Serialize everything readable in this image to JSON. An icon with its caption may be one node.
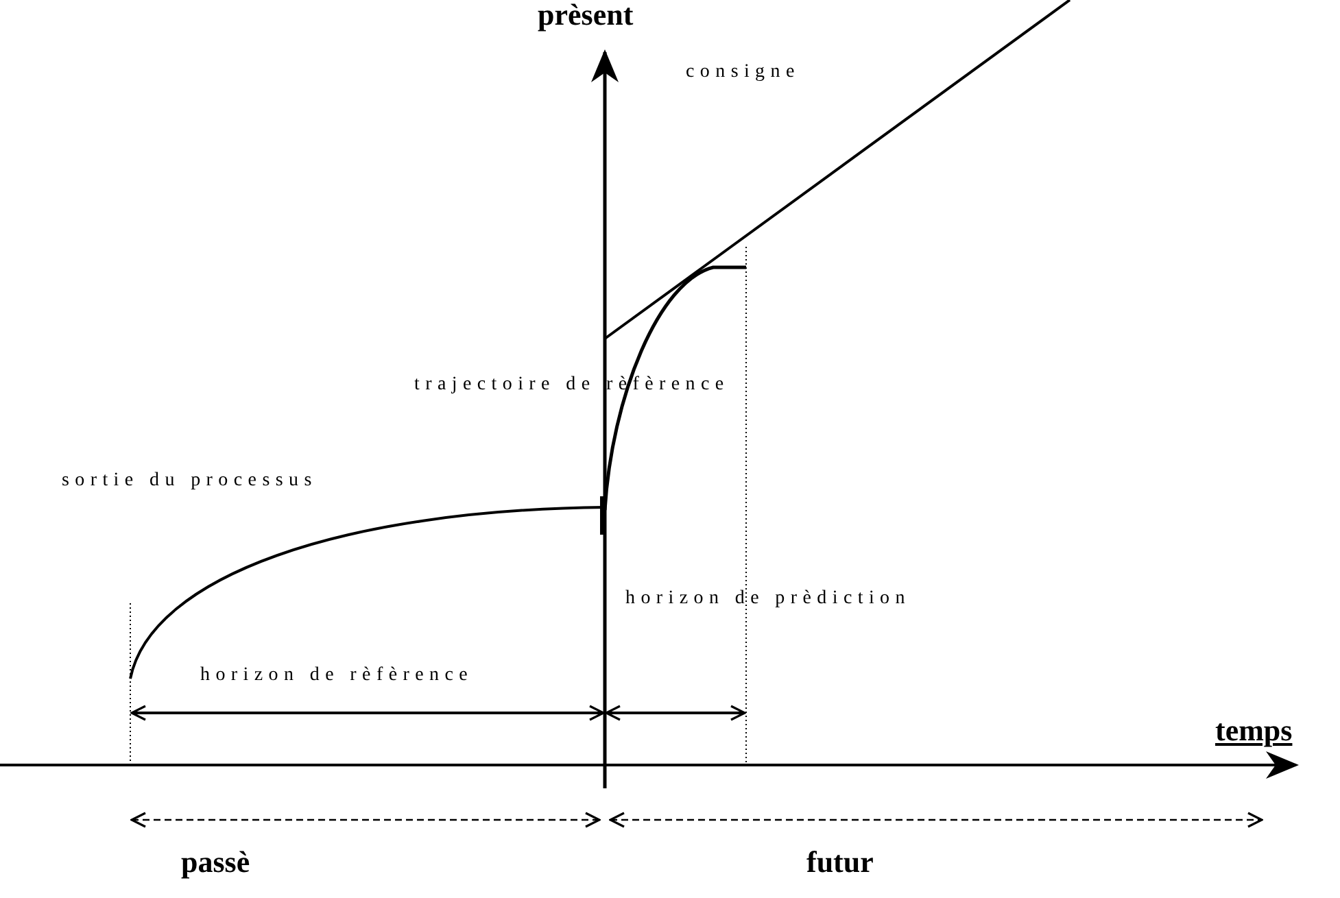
{
  "diagram": {
    "labels": [
      "prèsent",
      "consigne",
      "trajectoire de rèfèrence",
      "sortie du processus",
      "horizon de prèdiction",
      "horizon de rèfèrence",
      "temps",
      "passè",
      "futur"
    ]
  }
}
